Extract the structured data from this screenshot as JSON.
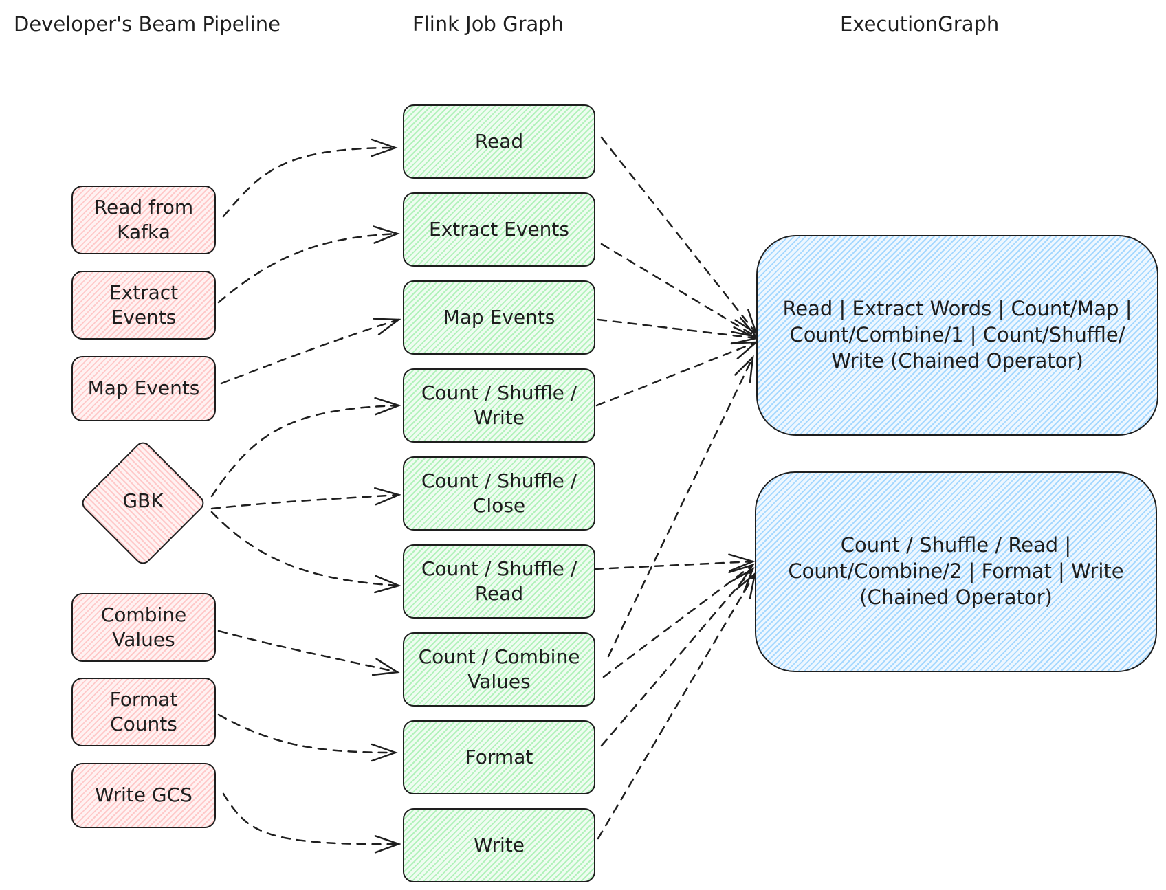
{
  "titles": {
    "beam": "Developer's Beam Pipeline",
    "flink": "Flink Job Graph",
    "execution": "ExecutionGraph"
  },
  "beam_nodes": {
    "read_kafka": "Read from Kafka",
    "extract_events": "Extract Events",
    "map_events": "Map Events",
    "gbk": "GBK",
    "combine_values": "Combine Values",
    "format_counts": "Format Counts",
    "write_gcs": "Write GCS"
  },
  "flink_nodes": {
    "read": "Read",
    "extract_events": "Extract Events",
    "map_events": "Map Events",
    "shuffle_write": "Count / Shuffle / Write",
    "shuffle_close": "Count / Shuffle / Close",
    "shuffle_read": "Count / Shuffle / Read",
    "combine_values": "Count / Combine Values",
    "format": "Format",
    "write": "Write"
  },
  "execution_nodes": {
    "chain1": "Read | Extract Words | Count/Map | Count/Combine/1 | Count/Shuffle/ Write (Chained Operator)",
    "chain2": "Count / Shuffle / Read | Count/Combine/2 | Format | Write (Chained Operator)"
  },
  "colors": {
    "beam": "#ffc9c9",
    "flink": "#b2f2bb",
    "execution": "#a5d8ff",
    "stroke": "#1e1e1e"
  }
}
